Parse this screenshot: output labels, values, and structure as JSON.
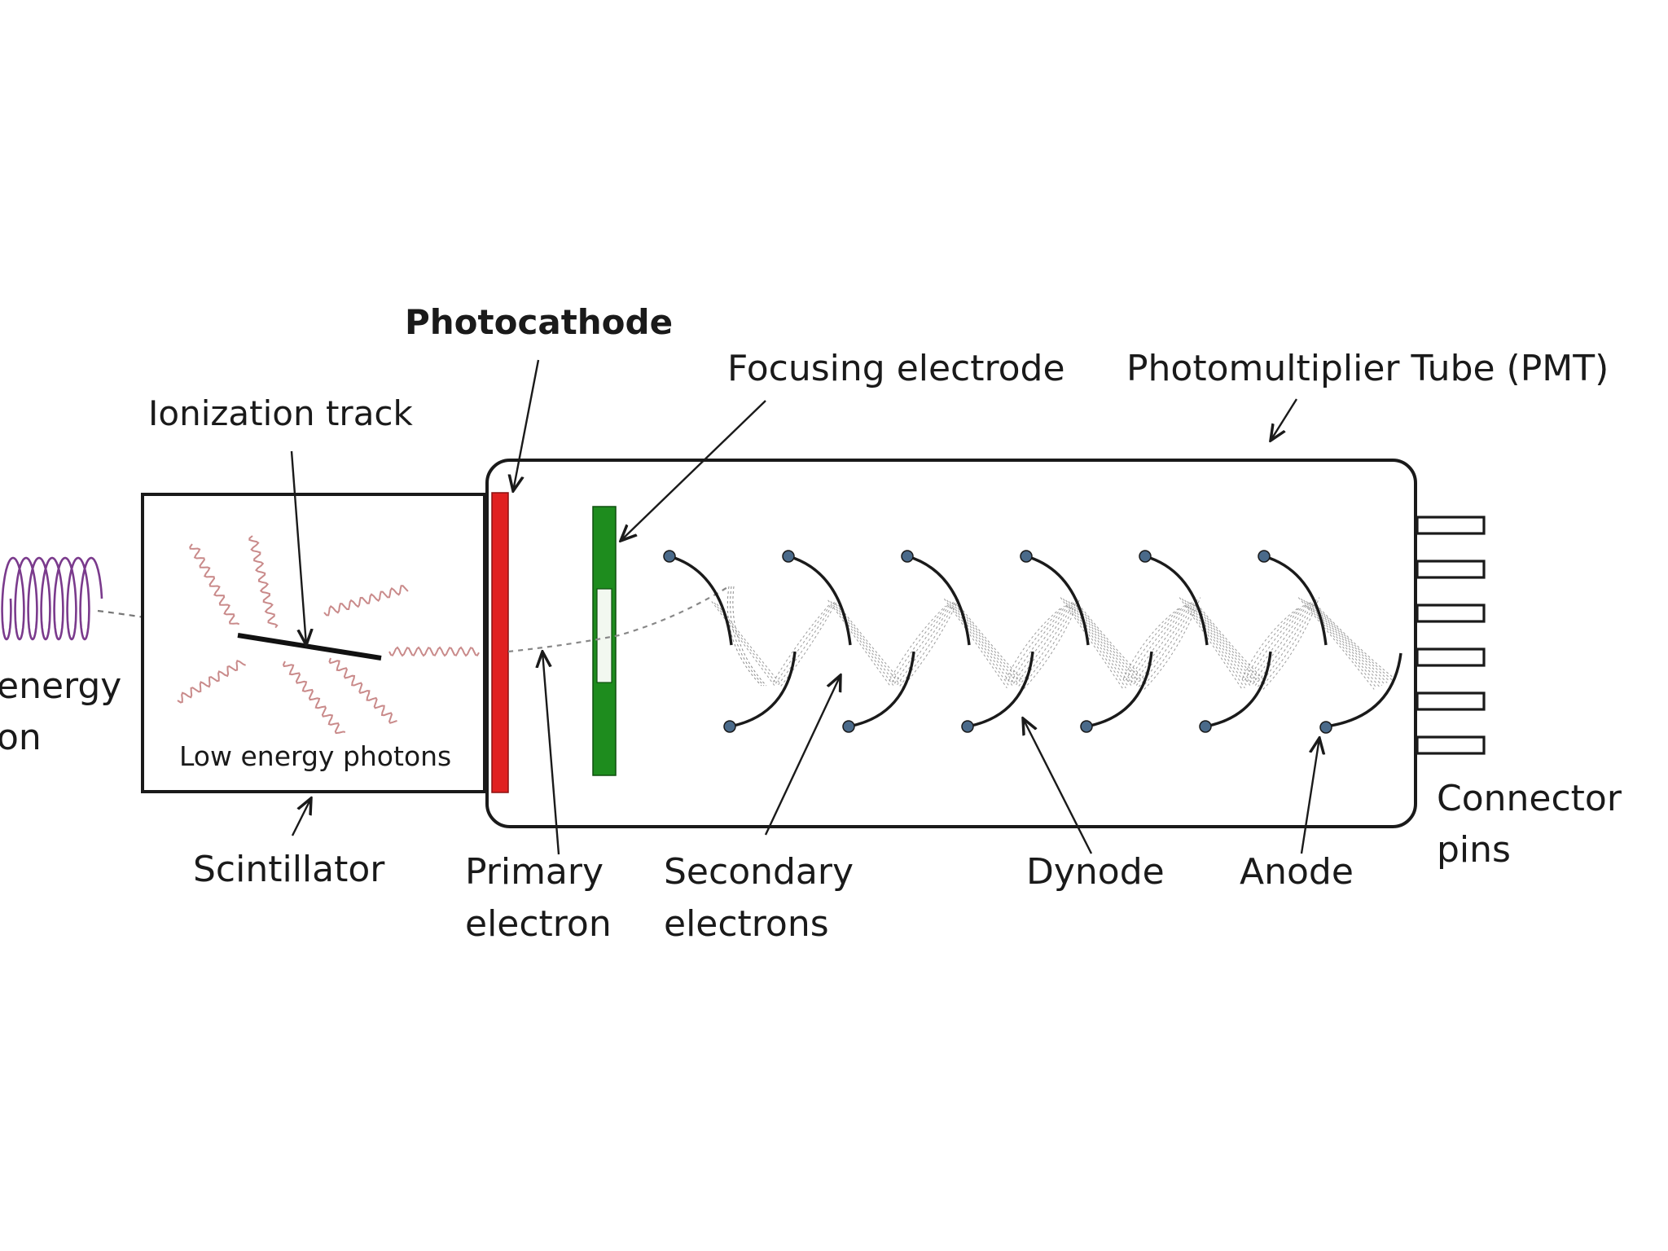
{
  "labels": {
    "photocathode": "Photocathode",
    "focusing_electrode": "Focusing electrode",
    "pmt": "Photomultiplier Tube (PMT)",
    "ionization_track": "Ionization track",
    "incoming_line1": "energy",
    "incoming_line2": "on",
    "low_energy_photons": "Low energy photons",
    "scintillator": "Scintillator",
    "primary_line1": "Primary",
    "primary_line2": "electron",
    "secondary_line1": "Secondary",
    "secondary_line2": "electrons",
    "dynode": "Dynode",
    "anode": "Anode",
    "connector_line1": "Connector",
    "connector_line2": "pins"
  },
  "colors": {
    "photocathode": "#e02020",
    "focusing_electrode": "#1e8c1e",
    "photon_wave": "#c98a8a",
    "incoming_wave": "#7a3a8c",
    "dynode_node": "#4a6a8a",
    "outline": "#1a1a1a"
  }
}
